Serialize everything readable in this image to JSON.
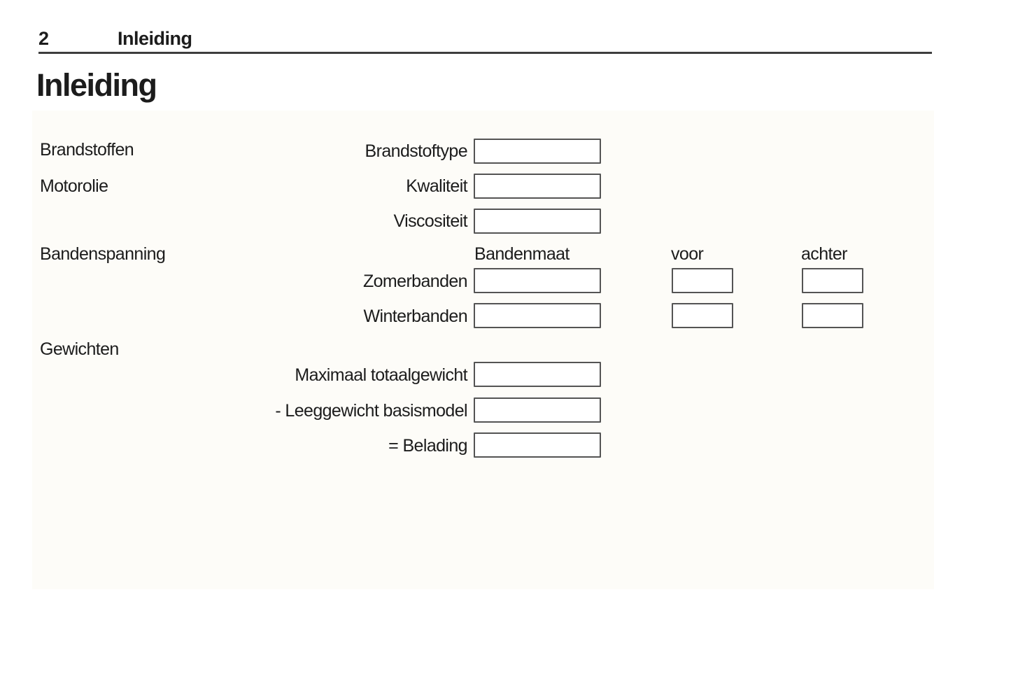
{
  "header": {
    "page_number": "2",
    "chapter_title": "Inleiding"
  },
  "page_title": "Inleiding",
  "form": {
    "sections": {
      "fuels_label": "Brandstoffen",
      "engine_oil_label": "Motorolie",
      "tire_pressure_label": "Bandenspanning",
      "weights_label": "Gewichten"
    },
    "columns": {
      "tire_size": "Bandenmaat",
      "front": "voor",
      "rear": "achter"
    },
    "fields": {
      "fuel_type": {
        "label": "Brandstoftype",
        "value": ""
      },
      "oil_quality": {
        "label": "Kwaliteit",
        "value": ""
      },
      "oil_viscosity": {
        "label": "Viscositeit",
        "value": ""
      },
      "summer_tires": {
        "label": "Zomerbanden",
        "size_value": "",
        "front_value": "",
        "rear_value": ""
      },
      "winter_tires": {
        "label": "Winterbanden",
        "size_value": "",
        "front_value": "",
        "rear_value": ""
      },
      "max_total_weight": {
        "label": "Maximaal totaalgewicht",
        "value": ""
      },
      "curb_weight_base": {
        "label": "- Leeggewicht basismodel",
        "value": ""
      },
      "payload": {
        "label": "= Belading",
        "value": ""
      }
    }
  },
  "colors": {
    "text": "#1c1c1c",
    "box_border": "#545454",
    "panel_bg": "#fdfcf8",
    "rule": "#3d3d3d"
  }
}
